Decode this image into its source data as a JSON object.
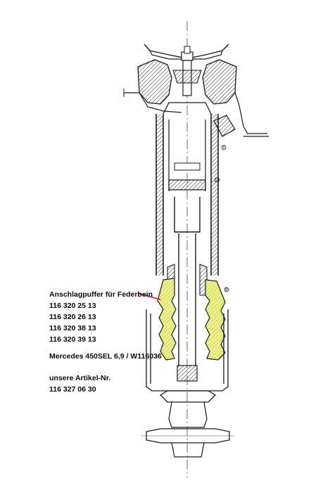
{
  "annotation": {
    "title": "Anschlagpuffer für Federbein",
    "part_numbers": [
      "116 320 25 13",
      "116 320 26 13",
      "116 320 38 13",
      "116 320 39 13"
    ],
    "vehicle": "Mercedes 450SEL 6,9 / W116036",
    "article_label": "unsere Artikel-Nr.",
    "article_number": "116 327 06 30"
  },
  "callouts": {
    "c1": "5",
    "c2": "10",
    "c3": "9"
  },
  "colors": {
    "ink": "#1a1a1a",
    "highlight": "#f2f08c",
    "highlight_hatch": "#9fd04a",
    "pointer": "#e0101a"
  }
}
